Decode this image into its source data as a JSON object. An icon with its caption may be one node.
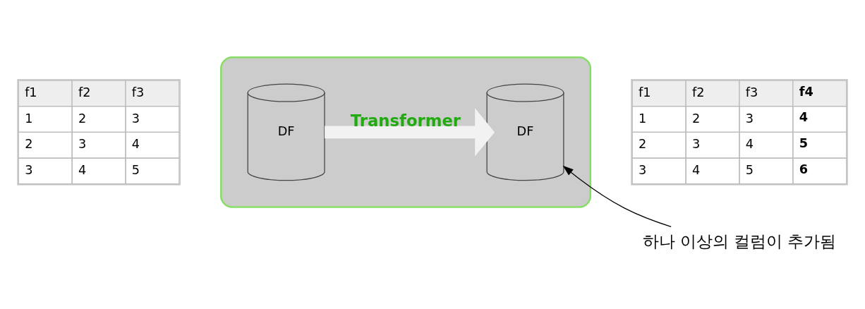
{
  "diagram": {
    "nodes": [
      {
        "text": [],
        "shape": "box"
      },
      {
        "text": [
          "DF"
        ],
        "in": 0
      },
      {
        "text": [
          "DF"
        ],
        "in": 0
      },
      {
        "text": [
          "하나 이상의 컬럼이 추가됨"
        ]
      }
    ],
    "edges": [
      {
        "from": 1,
        "to": 2,
        "arrow": "to",
        "label": "Transformer",
        "style": "thick",
        "color": "#f2f2f2"
      },
      {
        "from": 3,
        "to": 2,
        "arrow": "to",
        "color": "#000000"
      }
    ],
    "labels": [
      "f1",
      "f2",
      "f3",
      "1",
      "2",
      "3",
      "2",
      "3",
      "4",
      "3",
      "4",
      "5",
      "f1",
      "f2",
      "f3",
      "f4",
      "1",
      "2",
      "3",
      "4",
      "2",
      "3",
      "4",
      "5",
      "3",
      "4",
      "5",
      "6"
    ]
  }
}
